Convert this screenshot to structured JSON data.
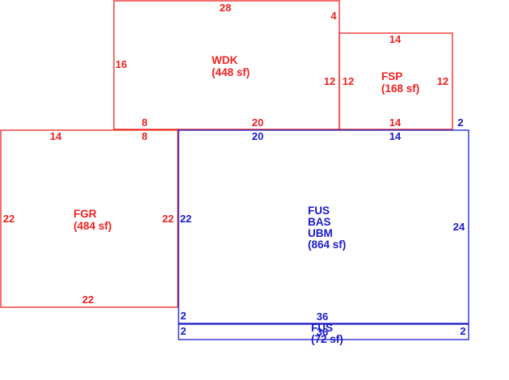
{
  "colors": {
    "existing": "#ee2222",
    "living": "#1a1acc",
    "background": "#ffffff"
  },
  "areas": {
    "wdk": {
      "name": "WDK",
      "area": "(448 sf)"
    },
    "fsp": {
      "name": "FSP",
      "area": "(168 sf)"
    },
    "fgr": {
      "name": "FGR",
      "area": "(484 sf)"
    },
    "main": {
      "line1": "FUS",
      "line2": "BAS",
      "line3": "UBM",
      "area": "(864 sf)"
    },
    "fus_small": {
      "name": "FUS",
      "area": "(72 sf)"
    }
  },
  "dimensions": {
    "wdk_top": "28",
    "wdk_left": "16",
    "wdk_right_upper": "4",
    "wdk_right_lower": "12",
    "wdk_bottom_left": "8",
    "wdk_bottom_right": "20",
    "fsp_top": "14",
    "fsp_left": "12",
    "fsp_right": "12",
    "fsp_bottom": "14",
    "fsp_offset": "2",
    "fgr_top_left": "14",
    "fgr_top_right": "8",
    "fgr_left": "22",
    "fgr_right": "22",
    "fgr_bottom": "22",
    "main_top_left": "20",
    "main_top_right": "14",
    "main_left": "22",
    "main_right": "24",
    "main_bottom": "36",
    "main_bottom_left": "2",
    "strip_left": "2",
    "strip_right": "2",
    "strip_bottom": "36"
  }
}
